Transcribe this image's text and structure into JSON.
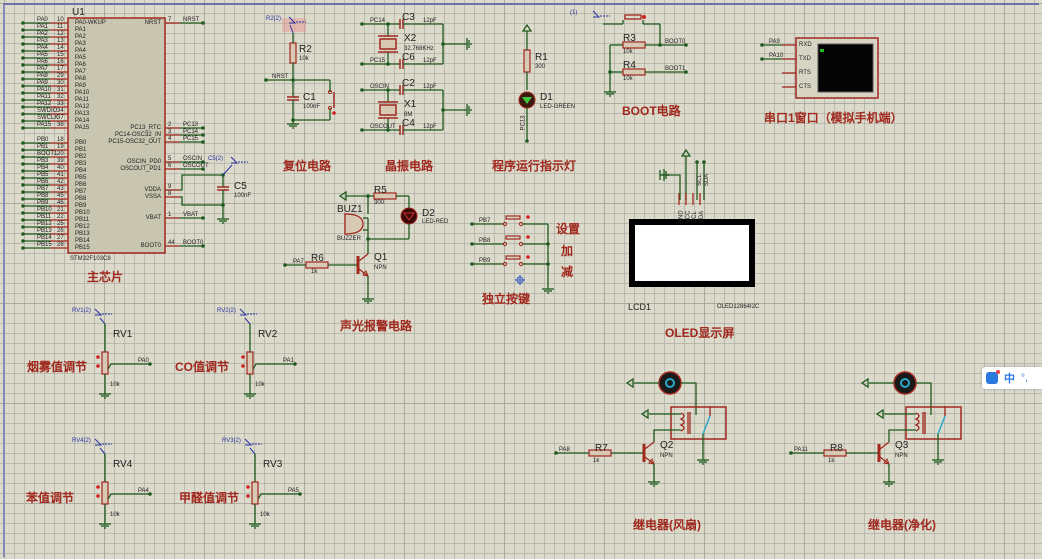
{
  "u1": {
    "ref": "U1",
    "part": "STM32F103C8",
    "left_pins": [
      {
        "net": "PA0",
        "num": "10",
        "name": "PA0-WKUP"
      },
      {
        "net": "PA1",
        "num": "11",
        "name": "PA1"
      },
      {
        "net": "PA2",
        "num": "12",
        "name": "PA2"
      },
      {
        "net": "PA3",
        "num": "13",
        "name": "PA3"
      },
      {
        "net": "PA4",
        "num": "14",
        "name": "PA4"
      },
      {
        "net": "PA5",
        "num": "15",
        "name": "PA5"
      },
      {
        "net": "PA6",
        "num": "16",
        "name": "PA6"
      },
      {
        "net": "PA7",
        "num": "17",
        "name": "PA7"
      },
      {
        "net": "PA8",
        "num": "29",
        "name": "PA8"
      },
      {
        "net": "PA9",
        "num": "30",
        "name": "PA9"
      },
      {
        "net": "PA10",
        "num": "31",
        "name": "PA10"
      },
      {
        "net": "PA11",
        "num": "32",
        "name": "PA11"
      },
      {
        "net": "PA12",
        "num": "33",
        "name": "PA12"
      },
      {
        "net": "SWDIO",
        "num": "34",
        "name": "PA13"
      },
      {
        "net": "SWCLK",
        "num": "37",
        "name": "PA14"
      },
      {
        "net": "PA15",
        "num": "38",
        "name": "PA15"
      },
      {
        "net": "PB0",
        "num": "18",
        "name": "PB0"
      },
      {
        "net": "PB1",
        "num": "19",
        "name": "PB1"
      },
      {
        "net": "BOOT1",
        "num": "20",
        "name": "PB2"
      },
      {
        "net": "PB3",
        "num": "39",
        "name": "PB3"
      },
      {
        "net": "PB4",
        "num": "40",
        "name": "PB4"
      },
      {
        "net": "PB5",
        "num": "41",
        "name": "PB5"
      },
      {
        "net": "PB6",
        "num": "42",
        "name": "PB6"
      },
      {
        "net": "PB7",
        "num": "43",
        "name": "PB7"
      },
      {
        "net": "PB8",
        "num": "45",
        "name": "PB8"
      },
      {
        "net": "PB9",
        "num": "46",
        "name": "PB9"
      },
      {
        "net": "PB10",
        "num": "21",
        "name": "PB10"
      },
      {
        "net": "PB11",
        "num": "22",
        "name": "PB11"
      },
      {
        "net": "PB12",
        "num": "25",
        "name": "PB12"
      },
      {
        "net": "PB13",
        "num": "26",
        "name": "PB13"
      },
      {
        "net": "PB14",
        "num": "27",
        "name": "PB14"
      },
      {
        "net": "PB15",
        "num": "28",
        "name": "PB15"
      }
    ],
    "right_pins": [
      {
        "net": "NRST",
        "num": "7",
        "name": "NRST"
      },
      {
        "net": "PC13",
        "num": "2",
        "name": "PC13_RTC"
      },
      {
        "net": "PC14",
        "num": "3",
        "name": "PC14-OSC32_IN"
      },
      {
        "net": "PC15",
        "num": "4",
        "name": "PC15-OSC32_OUT"
      },
      {
        "net": "OSCIN",
        "num": "5",
        "name": "OSCIN_PD0"
      },
      {
        "net": "OSCOUT",
        "num": "6",
        "name": "OSCOUT_PD1"
      },
      {
        "net": "",
        "num": "9",
        "name": "VDDA"
      },
      {
        "net": "",
        "num": "8",
        "name": "VSSA"
      },
      {
        "net": "VBAT",
        "num": "1",
        "name": "VBAT"
      },
      {
        "net": "BOOT0",
        "num": "44",
        "name": "BOOT0"
      }
    ],
    "c5": {
      "ref": "C5",
      "value": "100nF",
      "probe": "C5(2)"
    }
  },
  "reset": {
    "probe": "R2(2)",
    "r_ref": "R2",
    "r_val": "10k",
    "net": "NRST",
    "c_ref": "C1",
    "c_val": "100nF"
  },
  "crystal": {
    "x2": {
      "ref": "X2",
      "value": "32.768KHz",
      "net_a": "PC14",
      "net_b": "PC15",
      "c_a": "C3",
      "c_b": "C6",
      "c_val": "12pF"
    },
    "x1": {
      "ref": "X1",
      "value": "8M",
      "net_a": "OSCIN",
      "net_b": "OSCOUT",
      "c_a": "C2",
      "c_b": "C4",
      "c_val": "12pF"
    }
  },
  "led_run": {
    "r_ref": "R1",
    "r_val": "300",
    "d_ref": "D1",
    "d_val": "LED-GREEN",
    "net": "PC13"
  },
  "boot": {
    "probe": "(1)",
    "r3": "R3",
    "r4": "R4",
    "r_val": "10k",
    "net0": "BOOT0",
    "net1": "BOOT1"
  },
  "uart": {
    "pins": [
      "RXD",
      "TXD",
      "RTS",
      "CTS"
    ],
    "nets": [
      "PA9",
      "PA10"
    ]
  },
  "alarm": {
    "r5": "R5",
    "r5_val": "300",
    "buz": "BUZ1",
    "buz_val": "BUZZER",
    "d2": "D2",
    "d2_val": "LED-RED",
    "r6": "R6",
    "r6_val": "1k",
    "net": "PA7",
    "q": "Q1",
    "q_val": "NPN"
  },
  "keys": {
    "nets": [
      "PB7",
      "PB8",
      "PB9"
    ],
    "labels": [
      "设置",
      "加",
      "减"
    ]
  },
  "oled": {
    "ref": "LCD1",
    "part": "OLED12864I2C",
    "pins": [
      "GND",
      "VCC",
      "SCL",
      "SDA"
    ],
    "nets": [
      "SCL",
      "SDA"
    ]
  },
  "pots": [
    {
      "ref": "RV1",
      "probe": "RV1(2)",
      "val": "10k",
      "net": "PA0",
      "title": "烟雾值调节"
    },
    {
      "ref": "RV2",
      "probe": "RV2(2)",
      "val": "10k",
      "net": "PA1",
      "title": "CO值调节"
    },
    {
      "ref": "RV4",
      "probe": "RV4(2)",
      "val": "10k",
      "net": "PA4",
      "title": "苯值调节"
    },
    {
      "ref": "RV3",
      "probe": "RV3(2)",
      "val": "10k",
      "net": "PA5",
      "title": "甲醛值调节"
    }
  ],
  "relays": [
    {
      "net": "PA8",
      "r": "R7",
      "r_val": "1k",
      "q": "Q2",
      "q_val": "NPN",
      "title": "继电器(风扇)"
    },
    {
      "net": "PA11",
      "r": "R8",
      "r_val": "1k",
      "q": "Q3",
      "q_val": "NPN",
      "title": "继电器(净化)"
    }
  ],
  "titles": {
    "mcu": "主芯片",
    "reset": "复位电路",
    "crystal": "晶振电路",
    "led": "程序运行指示灯",
    "boot": "BOOT电路",
    "uart": "串口1窗口（模拟手机端）",
    "alarm": "声光报警电路",
    "keys": "独立按键",
    "oled": "OLED显示屏"
  },
  "ime": {
    "lang": "中",
    "punct": "°,"
  },
  "colors": {
    "wire": "#1e5a1e",
    "part": "#a0281e",
    "title": "#a0281e",
    "probe": "#2830a0",
    "body": "#c8c5b0"
  }
}
